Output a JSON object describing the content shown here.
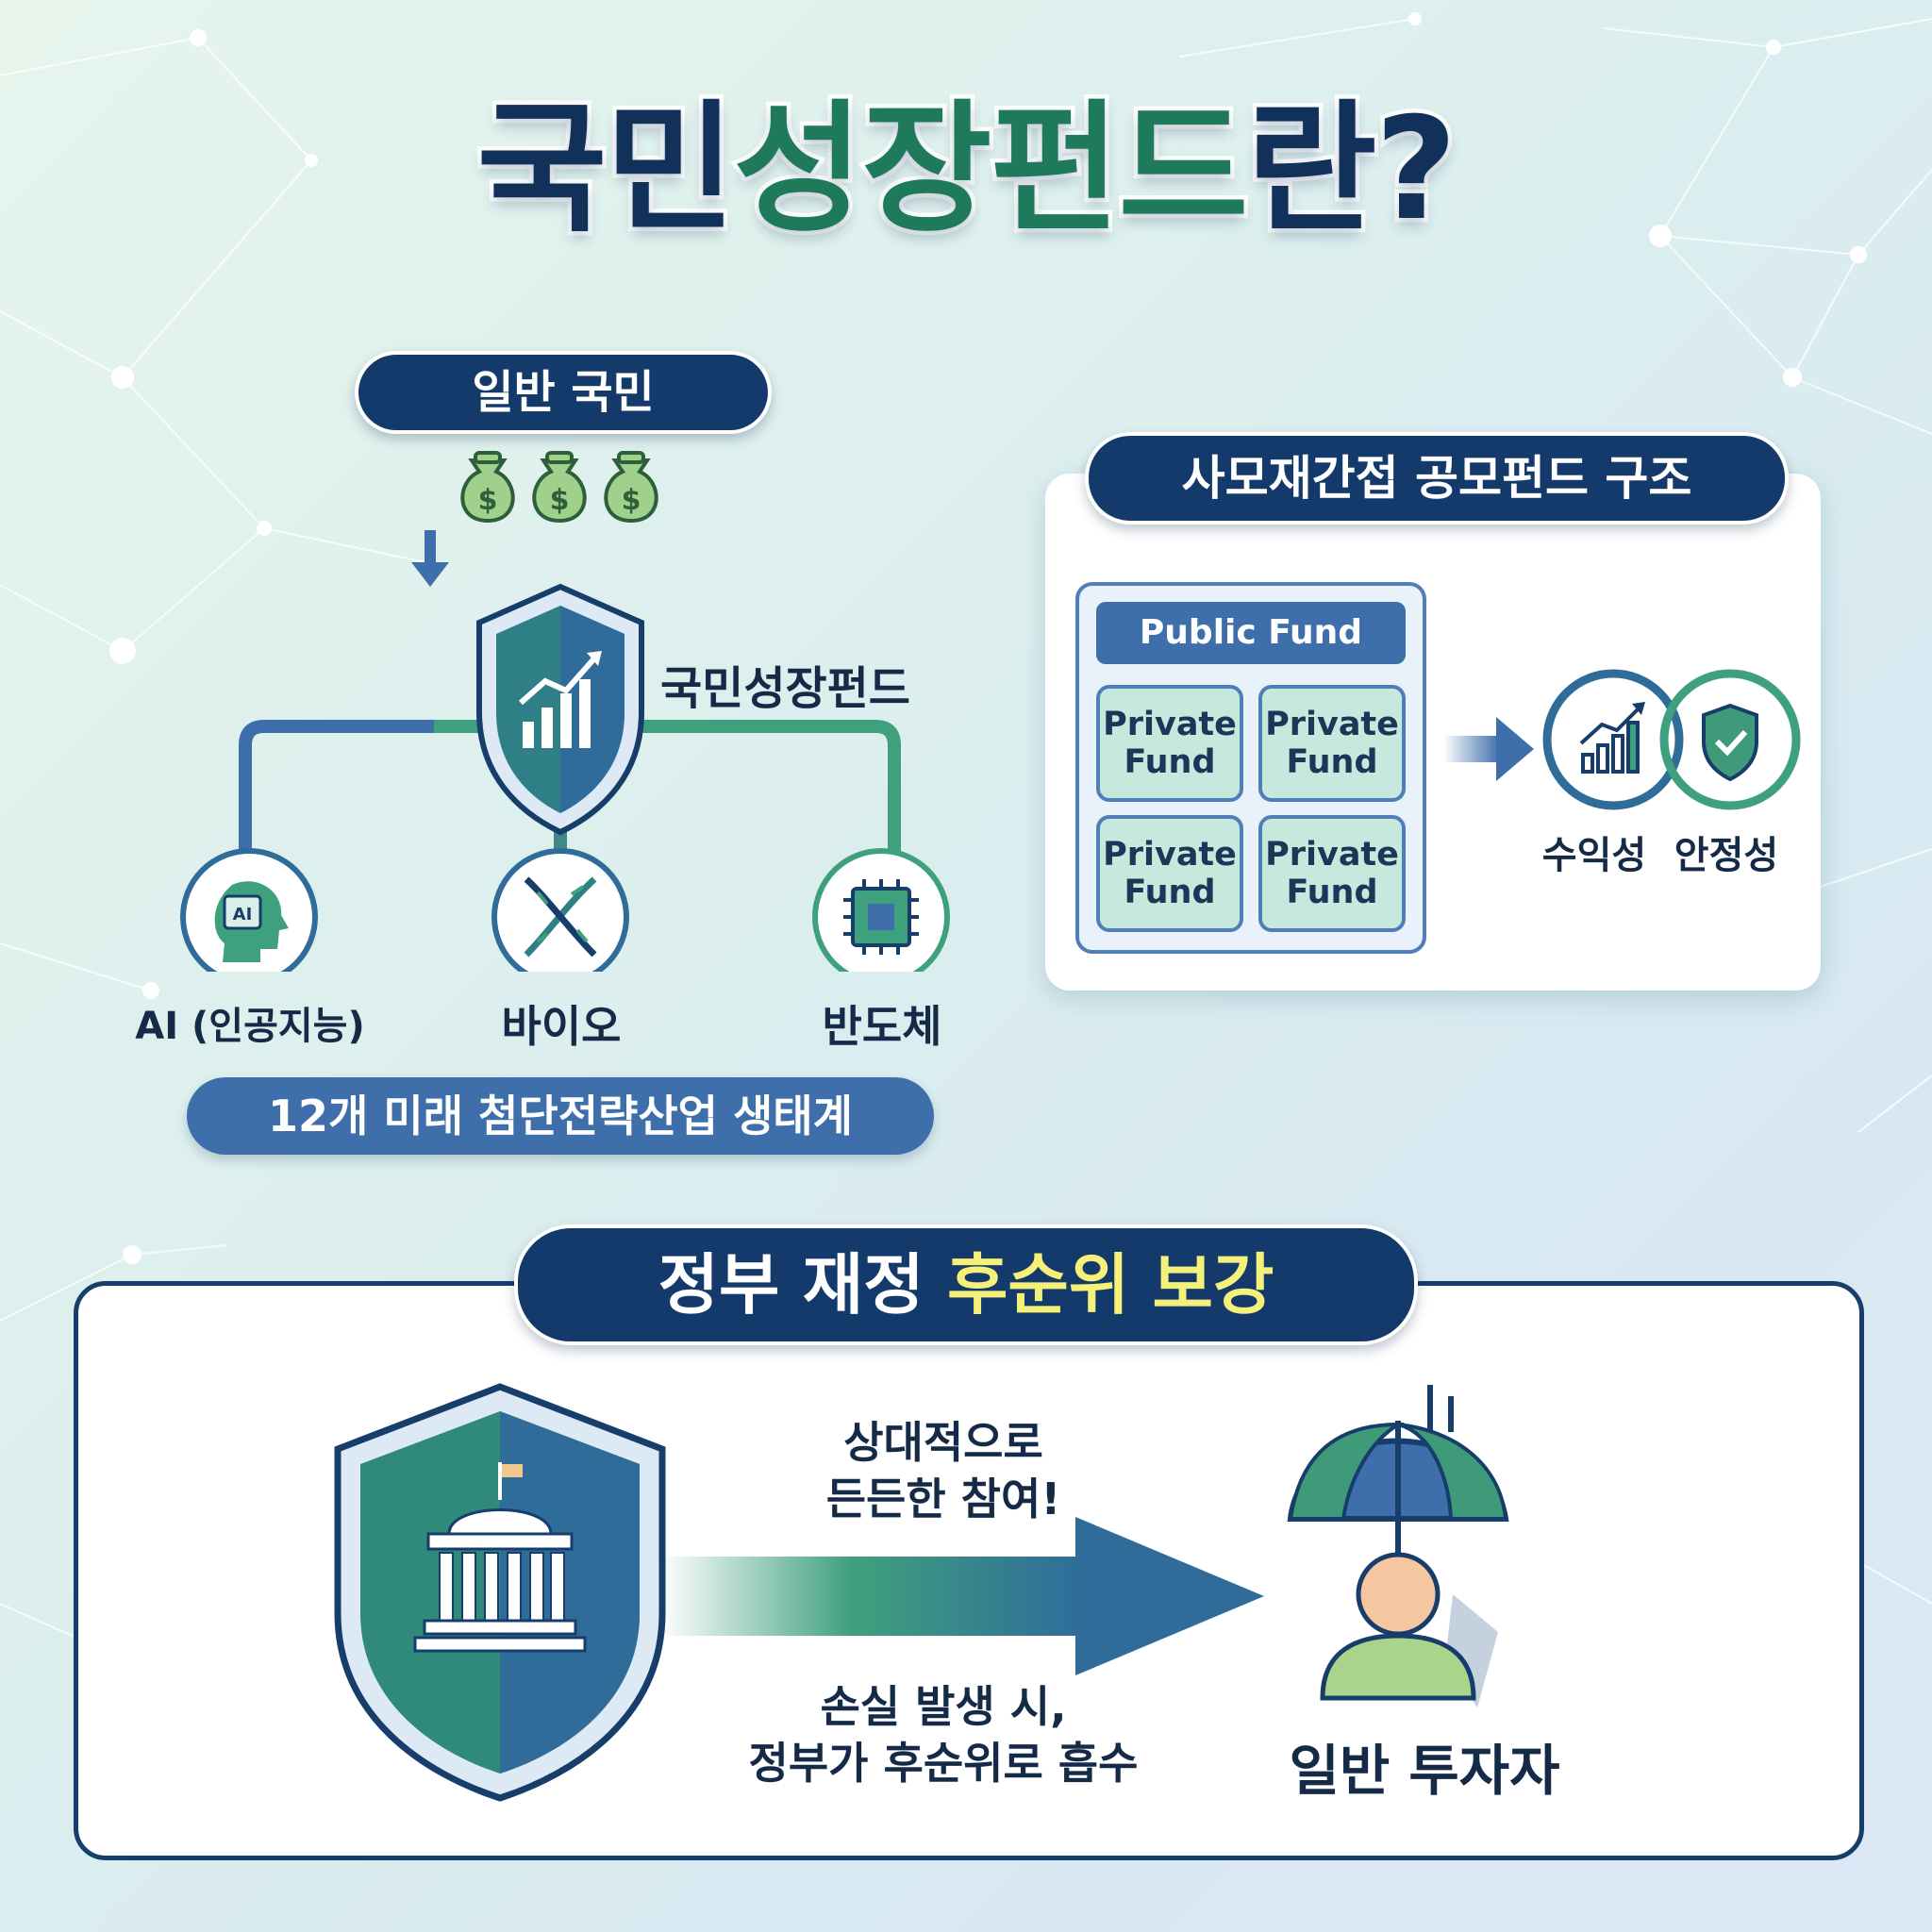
{
  "title": {
    "part1": "국민",
    "part2": "성장",
    "part3": "펀드",
    "part4": "란?"
  },
  "top_left": {
    "citizens_label": "일반 국민",
    "money_icon_symbol": "$",
    "fund_name": "국민성장펀드",
    "ai_icon_text": "AI",
    "sectors": [
      "AI (인공지능)",
      "바이오",
      "반도체"
    ],
    "ecosystem_label": "12개 미래 첨단전략산업 생태계"
  },
  "structure": {
    "header": "사모재간접 공모펀드 구조",
    "public_fund": "Public Fund",
    "private_funds": [
      "Private\nFund",
      "Private\nFund",
      "Private\nFund",
      "Private\nFund"
    ],
    "outcomes": [
      "수익성",
      "안정성"
    ]
  },
  "bottom": {
    "header_normal": "정부 재정",
    "header_highlight": "후순위 보강",
    "arrow_top_text": "상대적으로\n든든한 참여!",
    "arrow_bottom_text": "손실 발생 시,\n정부가 후순위로 흡수",
    "investor_label": "일반 투자자"
  },
  "colors": {
    "navy": "#133a6a",
    "green": "#2f9a74",
    "blue": "#3f6fab",
    "highlight": "#f4f079"
  },
  "icons": [
    "money-bag-icon",
    "shield-growth-icon",
    "ai-head-icon",
    "dna-icon",
    "chip-icon",
    "growth-chart-icon",
    "shield-check-icon",
    "government-shield-icon",
    "umbrella-icon",
    "person-icon"
  ]
}
